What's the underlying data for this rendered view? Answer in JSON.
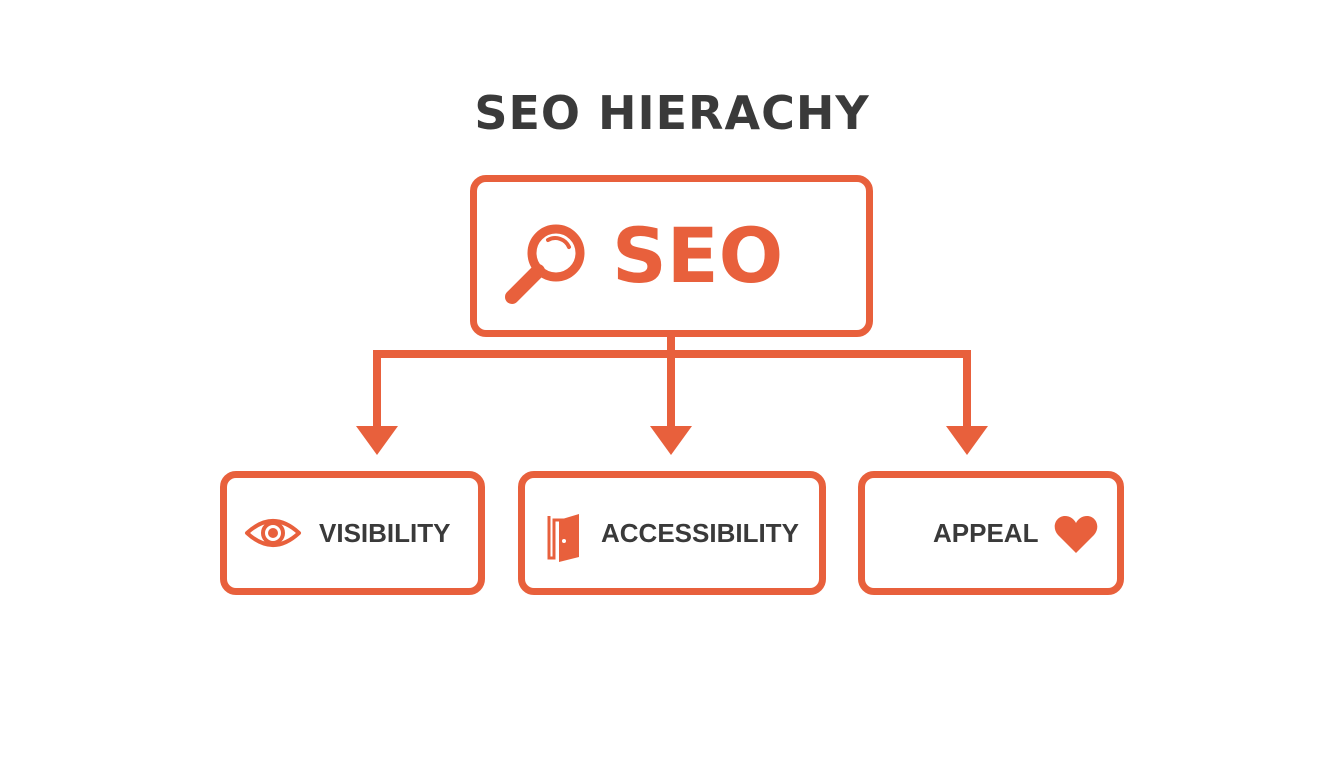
{
  "title": "SEO HIERACHY",
  "colors": {
    "accent": "#e8603c",
    "text": "#3a3a3a",
    "background": "#ffffff"
  },
  "root": {
    "label": "SEO",
    "icon": "magnifying-glass-icon"
  },
  "children": [
    {
      "label": "VISIBILITY",
      "icon": "eye-icon"
    },
    {
      "label": "ACCESSIBILITY",
      "icon": "door-icon"
    },
    {
      "label": "APPEAL",
      "icon": "heart-icon"
    }
  ]
}
